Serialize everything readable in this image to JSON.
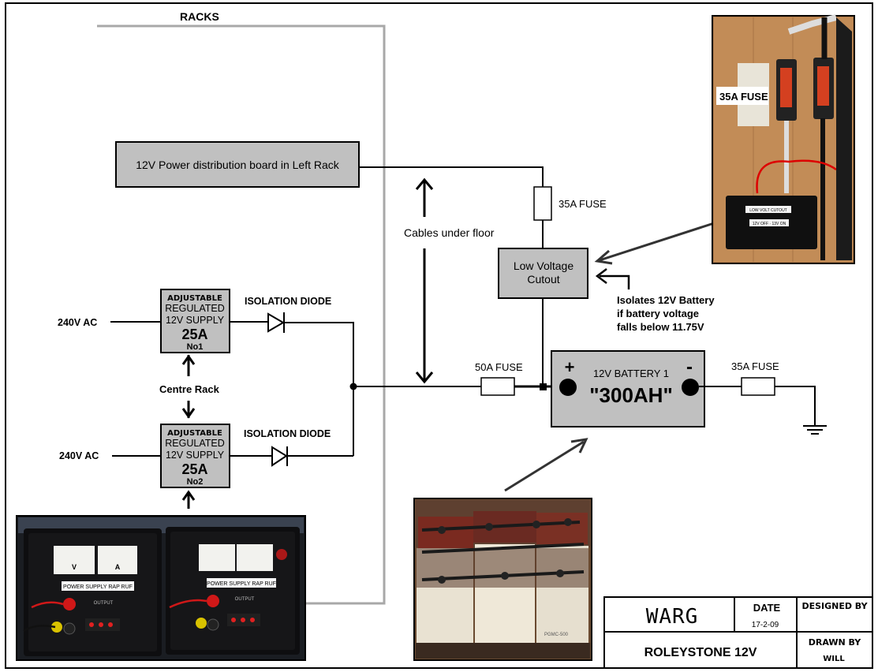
{
  "racks_label": "RACKS",
  "dist_board": "12V Power distribution board in Left Rack",
  "cables_label": "Cables under floor",
  "fuse_top": "35A FUSE",
  "lvc_line1": "Low Voltage",
  "lvc_line2": "Cutout",
  "isolates_line1": "Isolates 12V Battery",
  "isolates_line2": "if battery voltage",
  "isolates_line3": "falls below 11.75V",
  "supply1": {
    "line1": "ADJUSTABLE",
    "line2": "REGULATED",
    "line3": "12V SUPPLY",
    "amps": "25A",
    "num": "No1",
    "ac": "240V AC",
    "diode": "ISOLATION DIODE"
  },
  "supply2": {
    "line1": "ADJUSTABLE",
    "line2": "REGULATED",
    "line3": "12V SUPPLY",
    "amps": "25A",
    "num": "No2",
    "ac": "240V AC",
    "diode": "ISOLATION DIODE"
  },
  "centre_rack": "Centre Rack",
  "fuse_50": "50A FUSE",
  "fuse_35_right": "35A FUSE",
  "battery": {
    "plus": "+",
    "minus": "-",
    "title": "12V BATTERY 1",
    "capacity": "\"300AH\""
  },
  "photo_fuse": {
    "label": "35A FUSE",
    "sticker1": "LOW VOLT CUTOUT",
    "sticker2": "12V OFF · 13V ON"
  },
  "photo_supplies": {
    "label1": "POWER SUPPLY RAP RUF",
    "label2": "POWER SUPPLY RAP RUF",
    "output1": "OUTPUT",
    "output2": "OUTPUT",
    "meter_v": "V",
    "meter_a": "A"
  },
  "photo_battery": {
    "brand": "PGMC-500"
  },
  "title_block": {
    "org": "WARG",
    "date_label": "DATE",
    "date_value": "17-2-09",
    "designed_by": "DESIGNED BY",
    "project": "ROLEYSTONE 12V",
    "drawn_by": "DRAWN BY",
    "drawn_name": "WILL"
  }
}
